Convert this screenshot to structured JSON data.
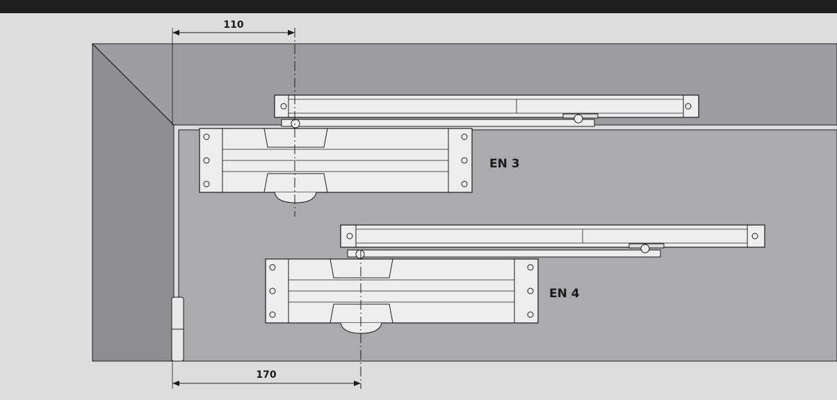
{
  "diagram": {
    "dimensions": {
      "top": "110",
      "bottom": "170"
    },
    "labels": {
      "upper_closer": "EN 3",
      "lower_closer": "EN 4"
    }
  },
  "colors": {
    "background": "#dcdddf",
    "header": "#1e1e1e",
    "wall": "#9b9da0",
    "wall_dark": "#8c8e91",
    "door": "#a9abae",
    "metal": "#eeeeee",
    "stroke": "#1a1a1a"
  }
}
